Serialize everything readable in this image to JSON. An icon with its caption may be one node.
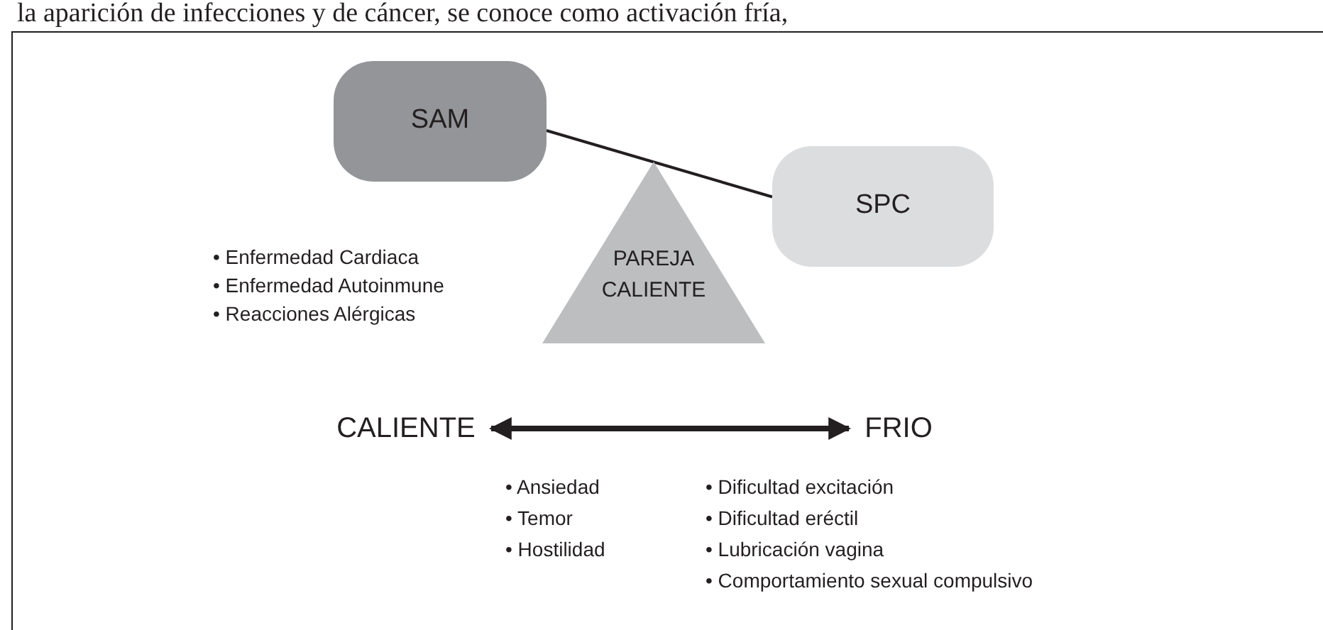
{
  "diagram": {
    "nodes": [
      {
        "text": [
          "SAM"
        ]
      },
      {
        "text": [
          "SPC"
        ]
      },
      {
        "text": [
          "PAREJA CALIENTE"
        ]
      },
      {
        "text": [
          "CALIENTE"
        ]
      },
      {
        "text": [
          "FRIO"
        ]
      }
    ],
    "edges": [
      {
        "from": 0,
        "to": 1,
        "arrow": "none"
      },
      {
        "from": 3,
        "to": 4,
        "arrow": "both",
        "style": "thick"
      }
    ],
    "labels": [
      "la aparición de infecciones y de cáncer, se conoce como activación fría,",
      "• Enfermedad Cardiaca",
      "• Enfermedad Autoinmune",
      "• Reacciones Alérgicas",
      "• Ansiedad",
      "• Temor",
      "• Hostilidad",
      "• Dificultad excitación",
      "• Dificultad eréctil",
      "• Lubricación vagina",
      "• Comportamiento sexual compulsivo"
    ]
  }
}
